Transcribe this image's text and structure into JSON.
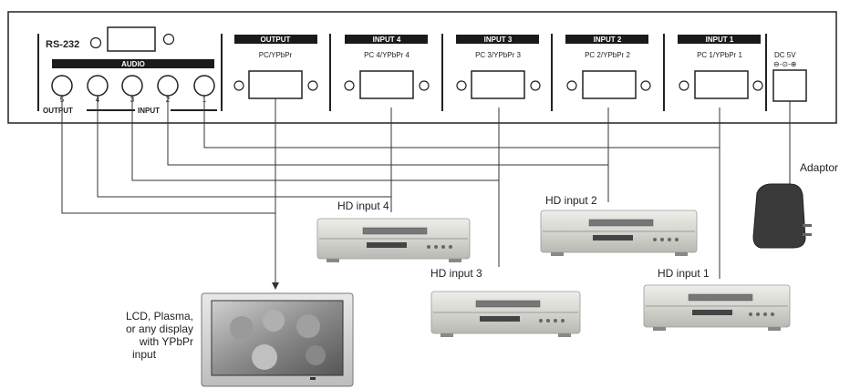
{
  "panel": {
    "rs232_label": "RS-232",
    "audio_label": "AUDIO",
    "audio_ports": [
      "5",
      "4",
      "3",
      "2",
      "1"
    ],
    "output_label": "OUTPUT",
    "input_label": "INPUT",
    "dc_label": "DC 5V",
    "dc_polarity": "⊖-⊙-⊕"
  },
  "video_ports": [
    {
      "header": "OUTPUT",
      "sub": "PC/YPbPr"
    },
    {
      "header": "INPUT 4",
      "sub": "PC 4/YPbPr 4"
    },
    {
      "header": "INPUT 3",
      "sub": "PC 3/YPbPr 3"
    },
    {
      "header": "INPUT 2",
      "sub": "PC 2/YPbPr 2"
    },
    {
      "header": "INPUT 1",
      "sub": "PC 1/YPbPr 1"
    }
  ],
  "devices": {
    "hd4": "HD input 4",
    "hd3": "HD input 3",
    "hd2": "HD input 2",
    "hd1": "HD input 1",
    "adaptor": "Adaptor",
    "display_lines": [
      "LCD, Plasma,",
      "or any display",
      "with YPbPr",
      "input"
    ]
  },
  "colors": {
    "line": "#333333",
    "header_fill": "#1a1a1a",
    "device_body": "#d9d9d4",
    "adaptor": "#3a3a3a"
  }
}
